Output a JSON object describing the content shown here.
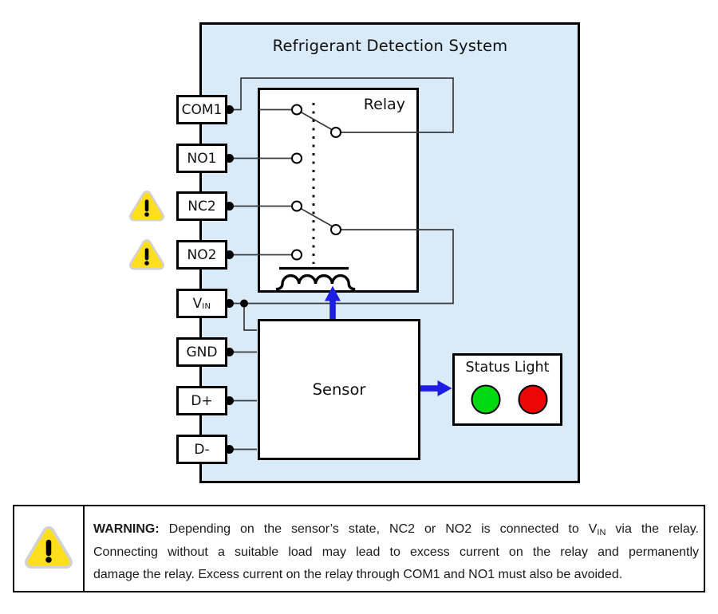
{
  "title": "Refrigerant Detection System",
  "relay": {
    "label": "Relay"
  },
  "sensor": {
    "label": "Sensor"
  },
  "status_light": {
    "label": "Status Light"
  },
  "terminals": [
    {
      "label": "COM1"
    },
    {
      "label": "NO1"
    },
    {
      "label": "NC2"
    },
    {
      "label": "NO2"
    },
    {
      "label": "V",
      "sub": "IN"
    },
    {
      "label": "GND"
    },
    {
      "label": "D+"
    },
    {
      "label": "D-"
    }
  ],
  "warning_note": {
    "heading": "WARNING:",
    "line1_text": " Depending on the sensor’s state, NC2 or NO2 is connected to V",
    "line1_sub": "IN",
    "line1_end": " via the relay.",
    "line2": "Connecting without a suitable load may lead to excess current on the relay and permanently",
    "line3": "damage the relay. Excess current on the relay through COM1 and NO1 must also be avoided."
  },
  "colors": {
    "system_fill": "#d9eaf9",
    "arrow_blue": "#1d1de4",
    "status_green": "#00d911",
    "status_red": "#ee0606",
    "warning_yellow": "#ffdf1b",
    "warning_glow": "#d2d2d2",
    "wire": "#3a3a3a"
  },
  "icons": {
    "warning_triangle_icon": "⚠"
  }
}
